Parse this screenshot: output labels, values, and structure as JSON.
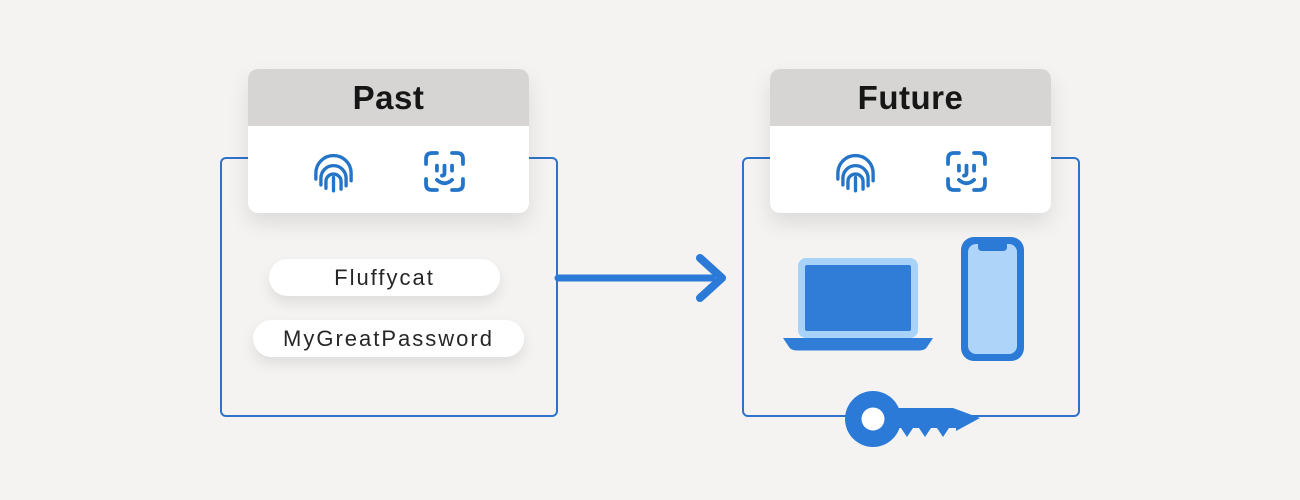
{
  "colors": {
    "background": "#f4f3f2",
    "panel_border_blue": "#2e73c9",
    "header_gray": "#d6d5d4",
    "card_white": "#ffffff",
    "accent_blue": "#2b7ad8",
    "icon_blue": "#2474c8",
    "device_dark_blue": "#2f7dd6",
    "device_light_blue": "#a8d2f8",
    "text_dark": "#161616"
  },
  "past_panel": {
    "title": "Past",
    "auth_icons": [
      "fingerprint-icon",
      "face-id-icon"
    ],
    "credentials": [
      {
        "label": "Fluffycat"
      },
      {
        "label": "MyGreatPassword"
      }
    ]
  },
  "future_panel": {
    "title": "Future",
    "auth_icons": [
      "fingerprint-icon",
      "face-id-icon"
    ],
    "device_icons": [
      "laptop-icon",
      "smartphone-icon",
      "key-icon"
    ]
  },
  "arrow": {
    "direction": "right",
    "meaning": "transition from past to future"
  }
}
